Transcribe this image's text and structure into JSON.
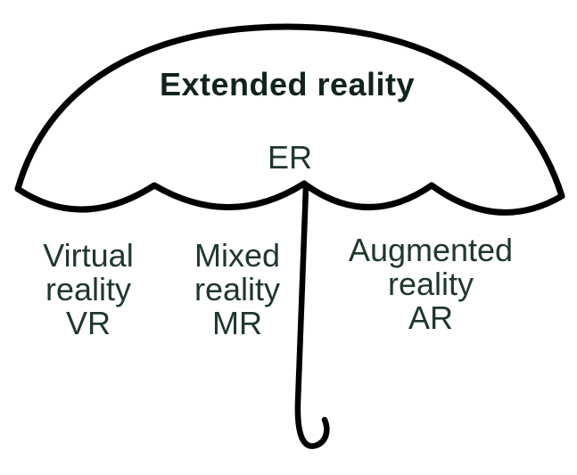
{
  "diagram": {
    "title": "Extended reality",
    "abbr": "ER",
    "categories": [
      {
        "name_line1": "Virtual",
        "name_line2": "reality",
        "abbr": "VR"
      },
      {
        "name_line1": "Mixed",
        "name_line2": "reality",
        "abbr": "MR"
      },
      {
        "name_line1": "Augmented",
        "name_line2": "reality",
        "abbr": "AR"
      }
    ]
  },
  "colors": {
    "stroke": "#000000",
    "text": "#20382c",
    "title_text": "#10241c",
    "background": "#ffffff"
  }
}
